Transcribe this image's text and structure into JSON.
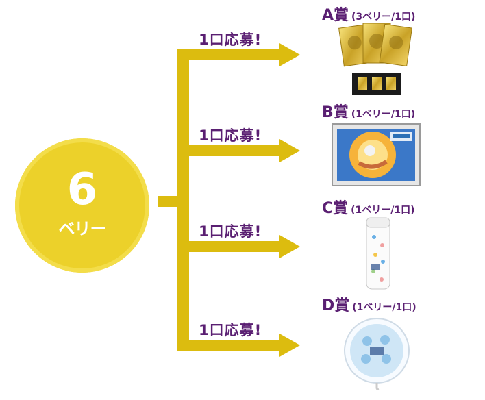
{
  "total": {
    "number": "6",
    "unit": "ベリー"
  },
  "branches": [
    {
      "apply_label": "1口応募!",
      "prize_name": "A賞",
      "prize_cost": "(3ベリー/1口)"
    },
    {
      "apply_label": "1口応募!",
      "prize_name": "B賞",
      "prize_cost": "(1ベリー/1口)"
    },
    {
      "apply_label": "1口応募!",
      "prize_name": "C賞",
      "prize_cost": "(1ベリー/1口)"
    },
    {
      "apply_label": "1口応募!",
      "prize_name": "D賞",
      "prize_cost": "(1ベリー/1口)"
    }
  ],
  "colors": {
    "accent": "#dcbc0f",
    "circle": "#ecd12a",
    "label": "#5a1f72"
  }
}
